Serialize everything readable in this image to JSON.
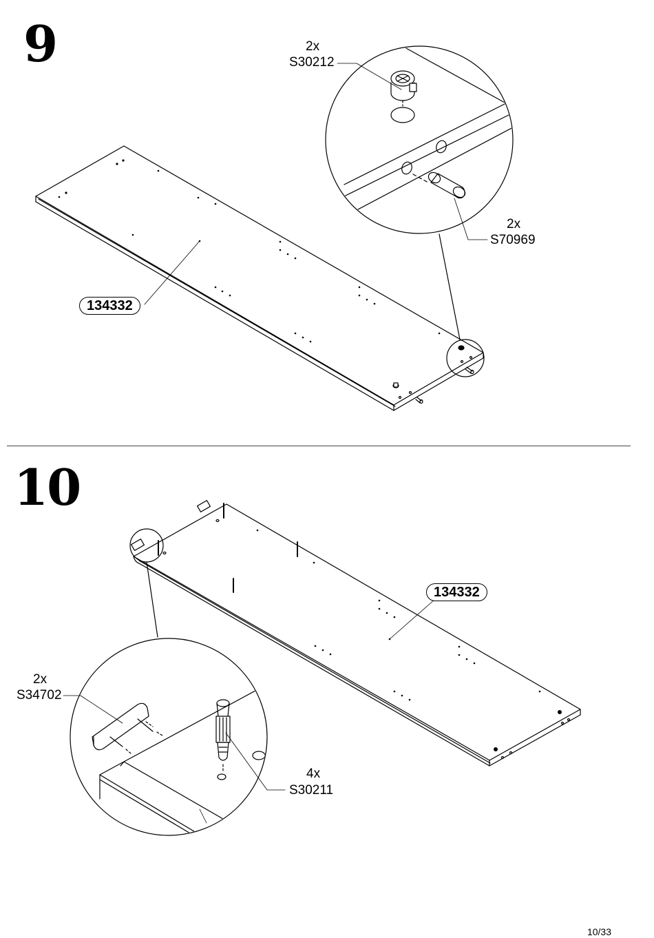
{
  "page": {
    "number": "10/33"
  },
  "step9": {
    "number": "9",
    "panel_part": "134332",
    "callouts": [
      {
        "qty": "2x",
        "code": "S30212",
        "icon": "cam-lock-icon"
      },
      {
        "qty": "2x",
        "code": "S70969",
        "icon": "wooden-dowel-icon"
      }
    ]
  },
  "step10": {
    "number": "10",
    "panel_part": "134332",
    "callouts": [
      {
        "qty": "2x",
        "code": "S34702",
        "icon": "felt-pad-icon"
      },
      {
        "qty": "4x",
        "code": "S30211",
        "icon": "cam-bolt-icon"
      }
    ]
  }
}
